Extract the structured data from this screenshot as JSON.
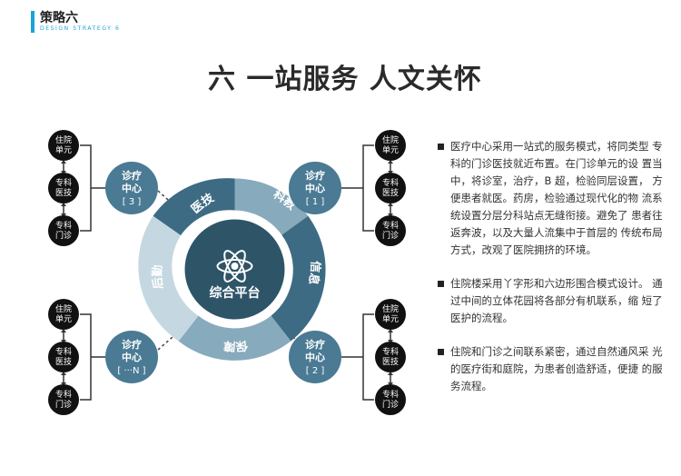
{
  "header": {
    "title": "策略六",
    "subtitle": "DESIGN STRATEGY 6"
  },
  "main_title": "六  一站服务  人文关怀",
  "diagram": {
    "center": "综合平台",
    "ring": [
      "医技",
      "科教",
      "信息",
      "保障",
      "后勤"
    ],
    "clinics": [
      {
        "line1": "诊疗",
        "line2": "中心",
        "line3": "[ 3 ]"
      },
      {
        "line1": "诊疗",
        "line2": "中心",
        "line3": "[ 1 ]"
      },
      {
        "line1": "诊疗",
        "line2": "中心",
        "line3": "[ ···N ]"
      },
      {
        "line1": "诊疗",
        "line2": "中心",
        "line3": "[ 2 ]"
      }
    ],
    "units": [
      {
        "line1": "住院",
        "line2": "单元"
      },
      {
        "line1": "专科",
        "line2": "医技"
      },
      {
        "line1": "专科",
        "line2": "门诊"
      }
    ]
  },
  "bullets": [
    "医疗中心采用一站式的服务模式，将同类型 专科的门诊医技就近布置。在门诊单元的设 置当中，将诊室，治疗，B 超，检验同层设置， 方便患者就医。药房，检验通过现代化的物 流系统设置分层分科站点无缝衔接。避免了 患者往返奔波，以及大量人流集中于首层的 传统布局方式，改观了医院拥挤的环境。",
    "住院楼采用丫字形和六边形围合模式设计。 通过中间的立体花园将各部分有机联系，缩 短了医护的流程。",
    "住院和门诊之间联系紧密，通过自然通风采 光的医疗街和庭院，为患者创造舒适，便捷 的服务流程。"
  ]
}
